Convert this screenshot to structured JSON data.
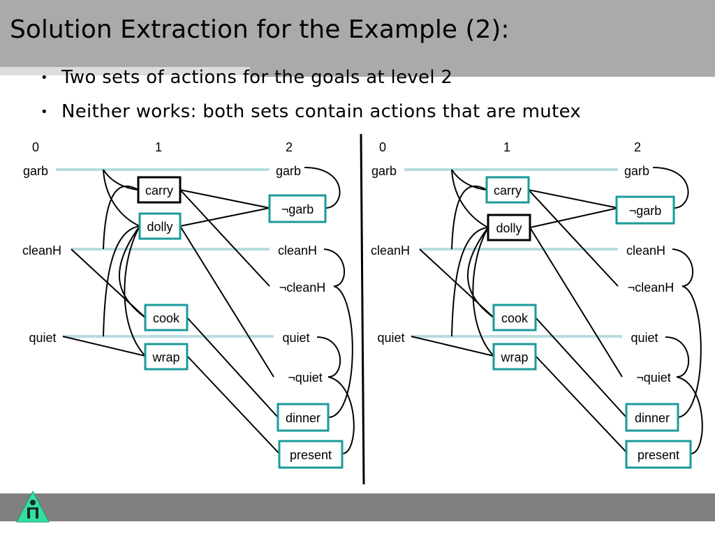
{
  "slide": {
    "title": "Solution Extraction for the Example (2):",
    "bullets": [
      "Two sets of actions for the goals at level 2",
      "Neither works: both sets contain actions that are mutex"
    ]
  },
  "diagram": {
    "levels": [
      "0",
      "1",
      "2"
    ],
    "props_level0": [
      "garb",
      "cleanH",
      "quiet"
    ],
    "actions_level1": [
      "carry",
      "dolly",
      "cook",
      "wrap"
    ],
    "props_level2": [
      "garb",
      "¬garb",
      "cleanH",
      "¬cleanH",
      "quiet",
      "¬quiet",
      "dinner",
      "present"
    ],
    "panels": [
      {
        "highlighted_action": "carry"
      },
      {
        "highlighted_action": "dolly"
      }
    ]
  },
  "colors": {
    "title_bar": "#aaaaaa",
    "title_accent": "#dddddd",
    "footer_bar": "#808080",
    "goal_box": "#1a9a9a",
    "selected_box": "#000000",
    "noop_line": "#b7dde0",
    "logo": "#33e0a0"
  }
}
